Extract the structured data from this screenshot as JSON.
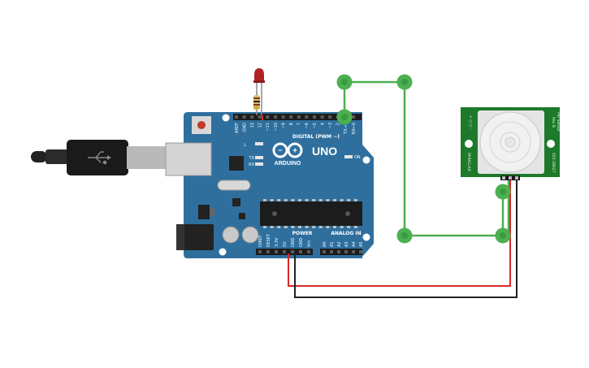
{
  "board": {
    "name": "UNO",
    "brand": "ARDUINO",
    "digital_label": "DIGITAL (PWM ~)",
    "power_label": "POWER",
    "analog_label": "ANALOG IN",
    "on_label": "ON",
    "l_label": "L",
    "tx_label": "TX",
    "rx_label": "RX",
    "digital_pins": [
      "AREF",
      "GND",
      "13",
      "12",
      "~11",
      "~10",
      "~9",
      "8",
      "7",
      "~6",
      "~5",
      "4",
      "~3",
      "2",
      "TX→1",
      "RX←0"
    ],
    "power_pins": [
      "IOREF",
      "RESET",
      "3.3V",
      "5V",
      "GND",
      "GND",
      "Vin"
    ],
    "analog_pins": [
      "A0",
      "A1",
      "A2",
      "A3",
      "A4",
      "A5"
    ]
  },
  "pir": {
    "left_text": "+ ○ ○ -",
    "right_text": "555-28027",
    "side_text_a": "PIR Sensor",
    "side_text_b": "Rev B",
    "bottom_text": "PARALLAX"
  },
  "colors": {
    "board": "#2e6f9e",
    "wire_green": "#4caf50",
    "wire_red": "#d62828",
    "wire_black": "#222222",
    "pir_board": "#1d7a2a",
    "led": "#b22222"
  }
}
